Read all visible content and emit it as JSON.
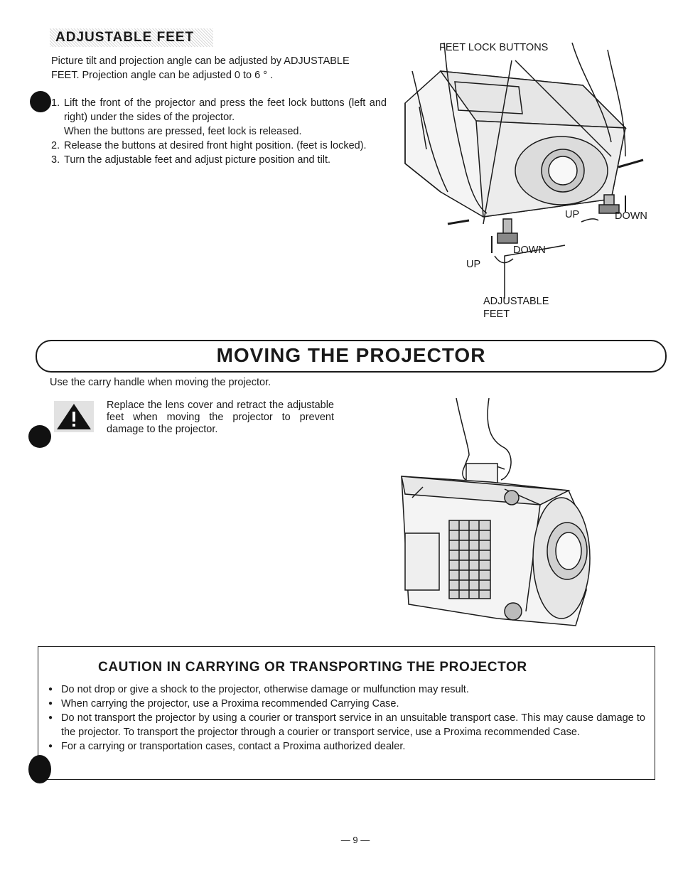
{
  "adjustable_feet": {
    "heading": "ADJUSTABLE FEET",
    "intro_line1": "Picture tilt and projection angle can be adjusted by ADJUSTABLE",
    "intro_line2": "FEET. Projection angle can be adjusted 0 to 6 ° .",
    "steps": [
      {
        "num": "1.",
        "text": "Lift the front of the projector and press the feet lock buttons (left and right) under the sides of the projector.",
        "subtext": "When the buttons are pressed, feet lock is released."
      },
      {
        "num": "2.",
        "text": "Release the buttons at desired front hight position. (feet is locked)."
      },
      {
        "num": "3.",
        "text": "Turn the adjustable feet and adjust picture position and tilt."
      }
    ],
    "diagram_labels": {
      "feet_lock_buttons": "FEET LOCK BUTTONS",
      "up_right": "UP",
      "down_right": "DOWN",
      "down_left": "DOWN",
      "up_left": "UP",
      "adjustable_line1": "ADJUSTABLE",
      "adjustable_line2": "FEET"
    }
  },
  "moving": {
    "title": "MOVING THE PROJECTOR",
    "note": "Use the carry handle when moving the projector.",
    "warning": "Replace the lens cover and retract the adjustable feet when moving the projector to prevent damage to the projector."
  },
  "caution": {
    "title": "CAUTION IN CARRYING OR TRANSPORTING THE PROJECTOR",
    "items": [
      "Do not drop or give a shock to the projector, otherwise damage or mulfunction may result.",
      "When carrying the projector, use a Proxima recommended Carrying Case.",
      "Do not transport the projector by using a courier or transport service in an unsuitable transport case. This may cause damage to the projector. To transport the projector through a courier or transport service, use a Proxima recommended Case.",
      "For a carrying or transportation cases, contact a Proxima authorized dealer."
    ]
  },
  "page_number": "— 9 —"
}
